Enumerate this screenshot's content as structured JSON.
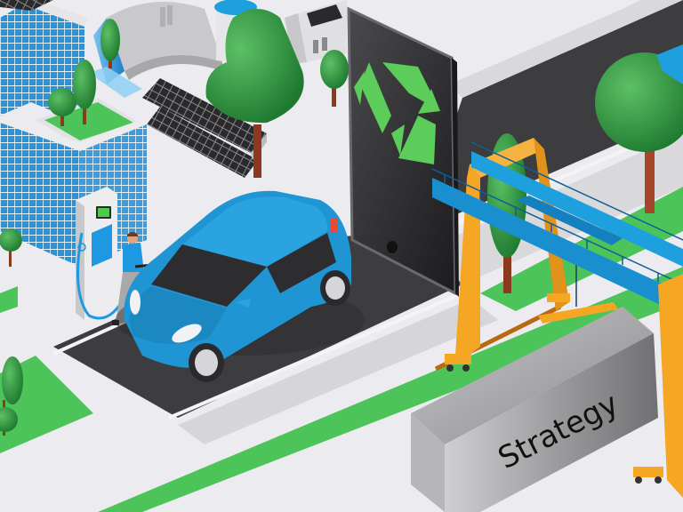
{
  "scene": {
    "description": "Isometric sustainable city illustration with EV charging, recycling tablet and gantry crane lifting a Strategy block",
    "elements": [
      "glass-office-building",
      "rooftop-garden",
      "solar-panel-array",
      "quonset-hangar",
      "water-tank",
      "small-factory",
      "ev-charging-station",
      "person-charging-car",
      "blue-electric-car",
      "tablet-with-recycling-symbol",
      "gantry-crane",
      "strategy-block",
      "trees",
      "road",
      "sidewalks",
      "green-strips"
    ]
  },
  "block": {
    "label": "Strategy"
  },
  "charger": {
    "screen_state": "battery-charging"
  },
  "tablet": {
    "icon": "recycle-icon"
  },
  "colors": {
    "background": "#ececf0",
    "road": "#3d3d3f",
    "sidewalk": "#d9d9dc",
    "grass": "#4cc45a",
    "glass_blue": "#1e8fd6",
    "car_blue": "#1f95d3",
    "crane_orange": "#f5a623",
    "crane_blue": "#1a8fd0",
    "tree_green": "#2e9a3e",
    "tablet_dark": "#2e2e30",
    "recycle_green": "#5ccc5a",
    "block_gray": "#9a9a9c"
  }
}
